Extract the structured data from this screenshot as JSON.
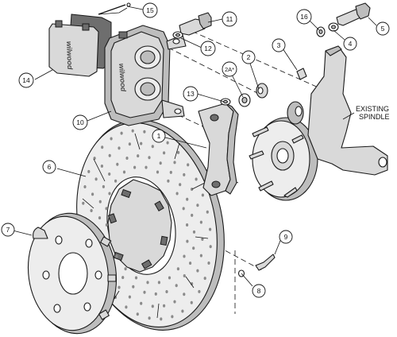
{
  "callouts": [
    {
      "id": "c1",
      "text": "1"
    },
    {
      "id": "c2",
      "text": "2"
    },
    {
      "id": "c2a",
      "text": "2A*"
    },
    {
      "id": "c3",
      "text": "3"
    },
    {
      "id": "c4",
      "text": "4"
    },
    {
      "id": "c5",
      "text": "5"
    },
    {
      "id": "c6",
      "text": "6"
    },
    {
      "id": "c7",
      "text": "7"
    },
    {
      "id": "c8",
      "text": "8"
    },
    {
      "id": "c9",
      "text": "9"
    },
    {
      "id": "c10",
      "text": "10"
    },
    {
      "id": "c11",
      "text": "11"
    },
    {
      "id": "c12",
      "text": "12"
    },
    {
      "id": "c13",
      "text": "13"
    },
    {
      "id": "c14",
      "text": "14"
    },
    {
      "id": "c15",
      "text": "15"
    },
    {
      "id": "c16",
      "text": "16"
    }
  ],
  "existing_label": {
    "line1": "EXISTING",
    "line2": "SPINDLE"
  },
  "brand": {
    "pad_logo": "wilwood",
    "caliper_logo": "wilwood"
  }
}
